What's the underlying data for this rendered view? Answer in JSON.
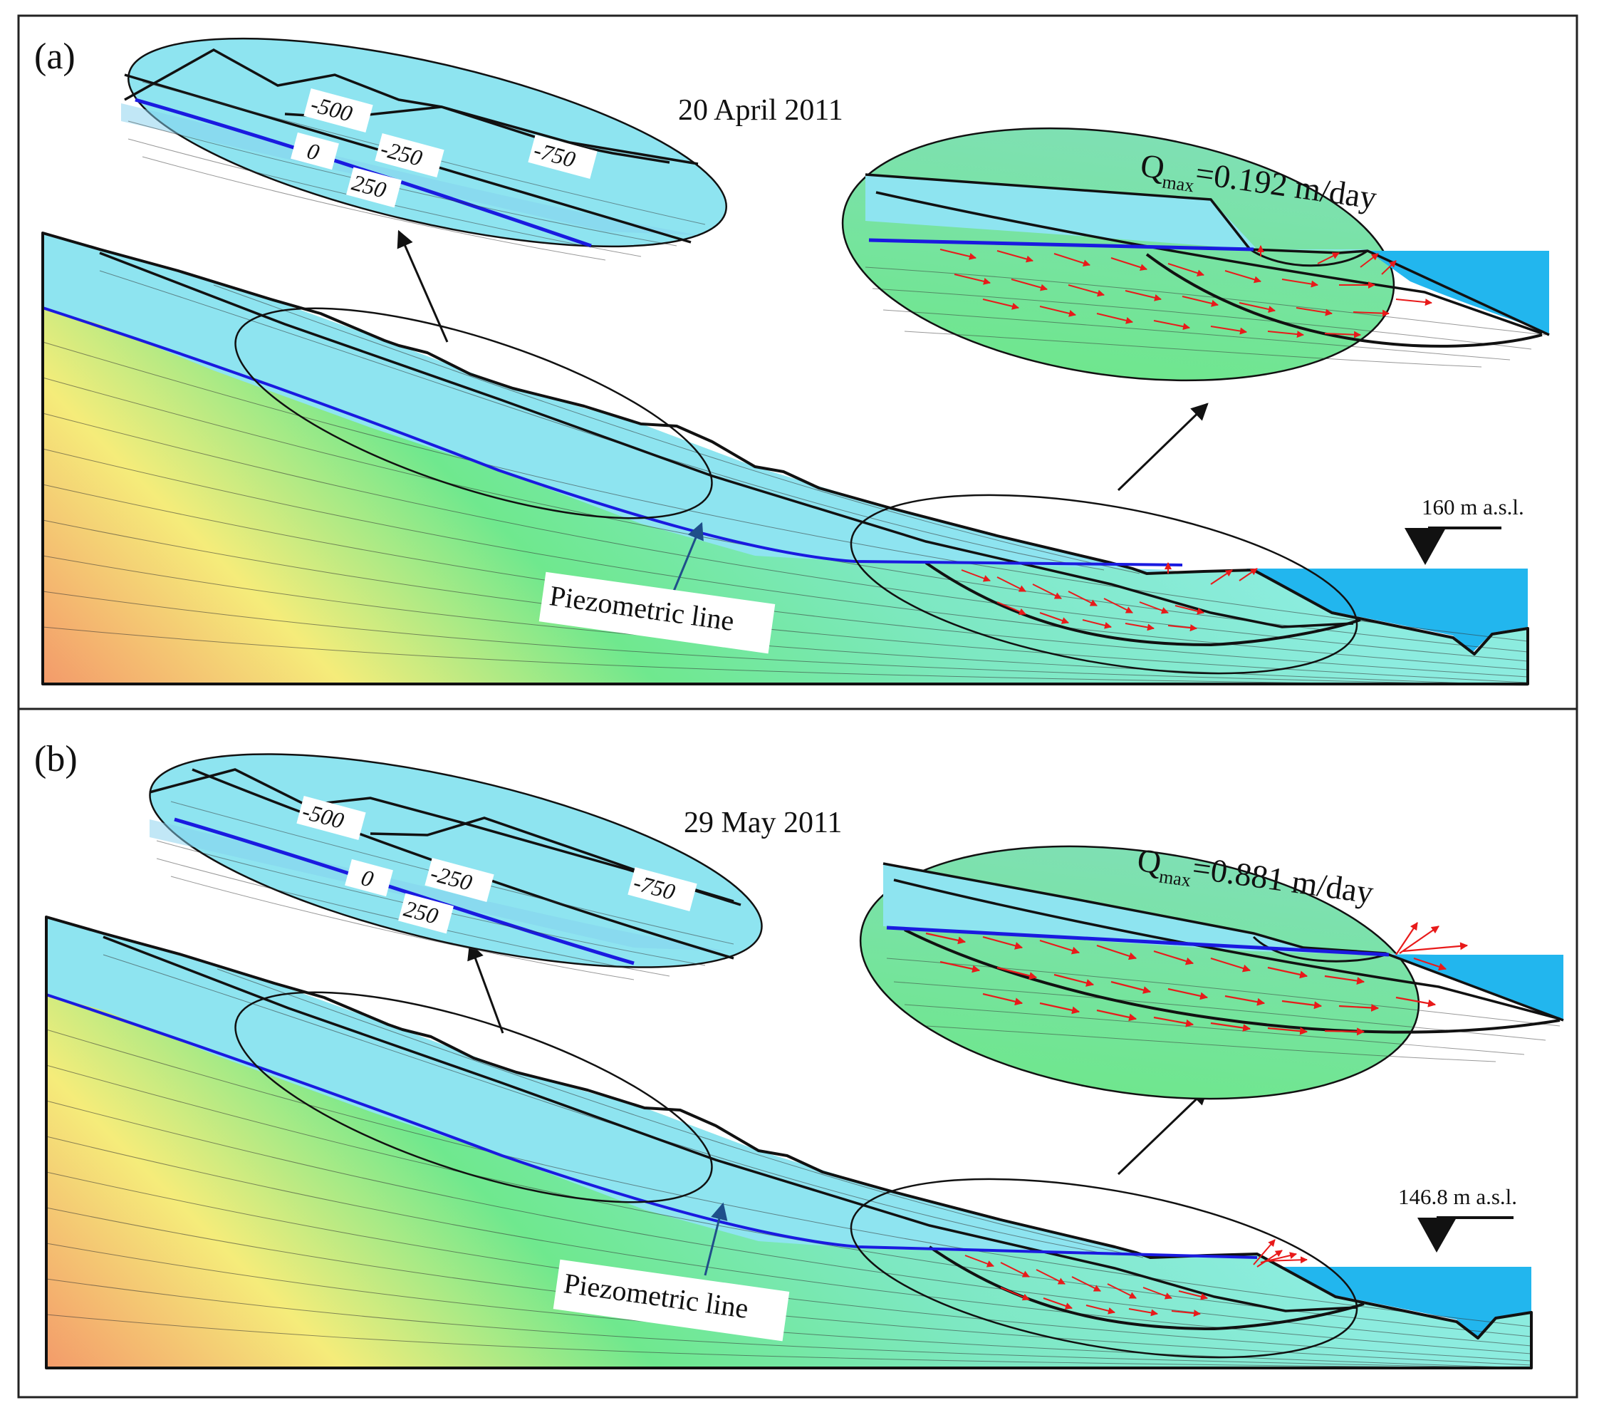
{
  "figure": {
    "panels": [
      {
        "label": "(a)",
        "date": "20 April  2011",
        "q_prefix": "Q",
        "q_subscript": "max",
        "q_value": "=0.192 m/day",
        "water_level": "160 m a.s.l.",
        "piezometric_label": "Piezometric line",
        "pressure_labels": [
          "-500",
          "0",
          "-250",
          "250",
          "-750"
        ]
      },
      {
        "label": "(b)",
        "date": "29 May 2011",
        "q_prefix": "Q",
        "q_subscript": "max",
        "q_value": "=0.881 m/day",
        "water_level": "146.8 m a.s.l.",
        "piezometric_label": "Piezometric line",
        "pressure_labels": [
          "-500",
          "0",
          "-250",
          "250",
          "-750"
        ]
      }
    ],
    "colors": {
      "piezometric_line": "#1a1ae0",
      "reservoir_water": "#22b6ee",
      "flow_vectors": "#e81a1a",
      "unsaturated_zone": "#8ee4f0",
      "saturated_zone_top": "#74e8a0",
      "deep_zone": "#f39a6a"
    }
  }
}
